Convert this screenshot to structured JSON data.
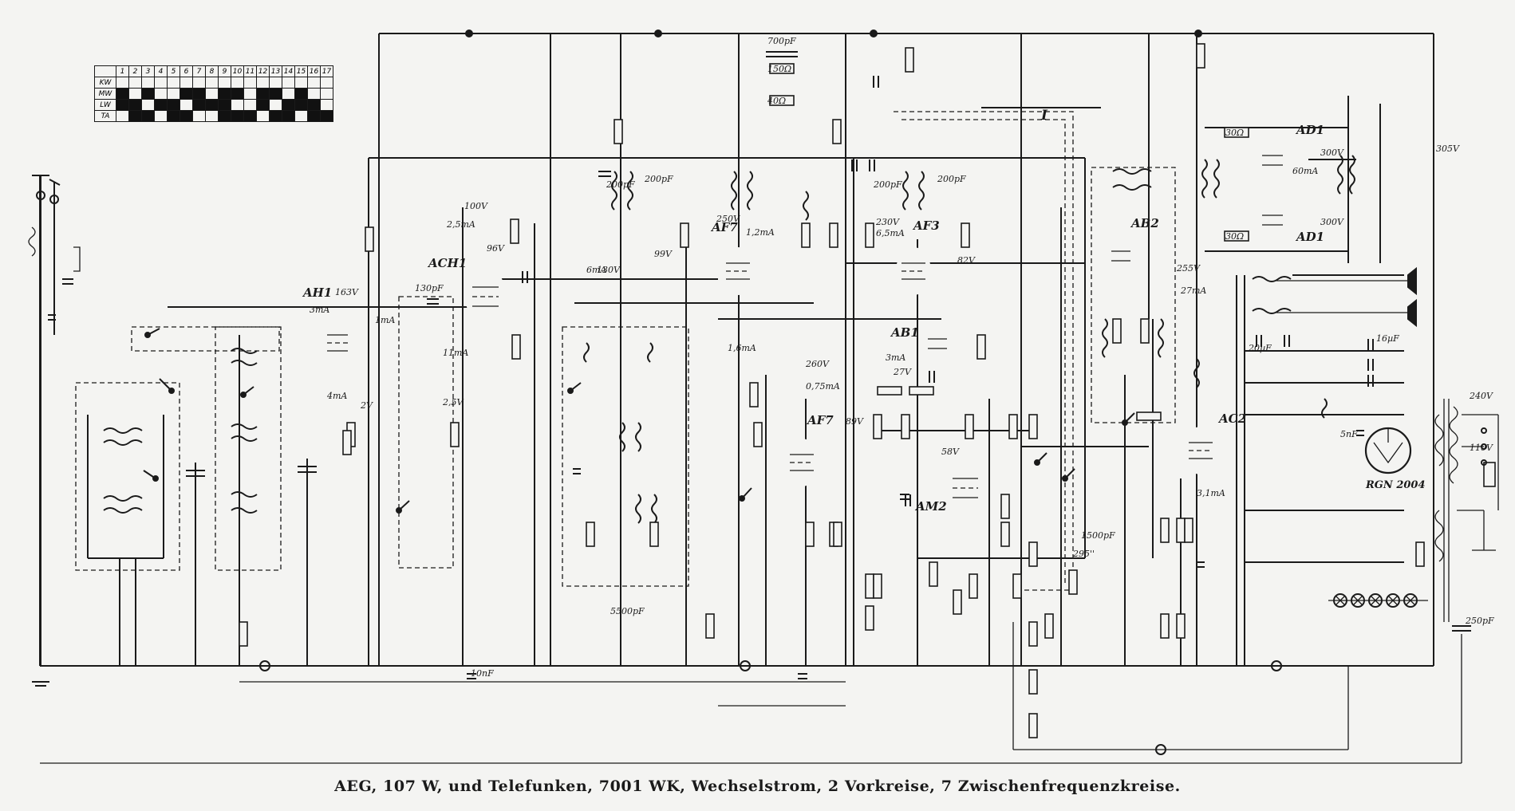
{
  "caption": "AEG, 107 W, und Telefunken, 7001 WK, Wechselstrom, 2 Vorkreise, 7 Zwischenfrequenzkreise.",
  "band_table": {
    "columns": [
      "1",
      "2",
      "3",
      "4",
      "5",
      "6",
      "7",
      "8",
      "9",
      "10",
      "11",
      "12",
      "13",
      "14",
      "15",
      "16",
      "17"
    ],
    "rows": [
      {
        "label": "KW",
        "on": [
          false,
          false,
          false,
          false,
          false,
          false,
          false,
          false,
          false,
          false,
          false,
          false,
          false,
          false,
          false,
          false,
          false
        ]
      },
      {
        "label": "MW",
        "on": [
          true,
          false,
          true,
          false,
          false,
          true,
          true,
          false,
          true,
          true,
          false,
          true,
          true,
          false,
          true,
          false,
          false
        ]
      },
      {
        "label": "LW",
        "on": [
          true,
          true,
          false,
          true,
          true,
          false,
          true,
          true,
          true,
          false,
          false,
          true,
          false,
          true,
          true,
          true,
          false
        ]
      },
      {
        "label": "TA",
        "on": [
          false,
          true,
          true,
          false,
          true,
          true,
          false,
          false,
          true,
          true,
          true,
          false,
          true,
          true,
          false,
          true,
          true
        ]
      }
    ]
  },
  "tubes": {
    "ah1": "AH1",
    "ach1": "ACH1",
    "af7_a": "AF7",
    "af3": "AF3",
    "ab1": "AB1",
    "af7_b": "AF7",
    "am2": "AM2",
    "ab2": "AB2",
    "ad1_a": "AD1",
    "ad1_b": "AD1",
    "ac2": "AC2",
    "rgn": "RGN 2004"
  },
  "annotations": {
    "v163": "163V",
    "v100": "100V",
    "v96": "96V",
    "v99": "99V",
    "v130": "130V",
    "v250": "250V",
    "v230": "230V",
    "v82": "82V",
    "v260": "260V",
    "v89": "89V",
    "v27": "27V",
    "v58": "58V",
    "v255": "255V",
    "v300a": "300V",
    "v300b": "300V",
    "v305": "305V",
    "v240": "240V",
    "v110": "110V",
    "v25": "2,5V",
    "v2": "2V",
    "ma3": "3mA",
    "ma4": "4mA",
    "ma25": "2,5mA",
    "ma1": "1mA",
    "ma11": "11mA",
    "ma6": "6mA",
    "ma12": "1,2mA",
    "ma65": "6,5mA",
    "ma16": "1,6mA",
    "ma075": "0,75mA",
    "ma3b": "3mA",
    "ma27": "27mA",
    "ma60": "60mA",
    "ma31": "3,1mA",
    "c700": "700pF",
    "c130": "130pF",
    "c200a": "200pF",
    "c200b": "200pF",
    "c200c": "200pF",
    "c200d": "200pF",
    "c5500": "5500pF",
    "c10n": "10nF",
    "c250": "250pF",
    "c1500": "1500pF",
    "c295": "295''",
    "c20": "20µF",
    "c16": "16µF",
    "c5": "5nF",
    "r150": "150Ω",
    "r40": "40Ω",
    "r30a": "30Ω",
    "r30b": "30Ω",
    "mark_I": "I"
  },
  "icons": [
    "antenna-icon",
    "ground-icon",
    "speaker-icon",
    "pilot-lamp-icon",
    "transformer-icon",
    "wave-switch-icon"
  ]
}
